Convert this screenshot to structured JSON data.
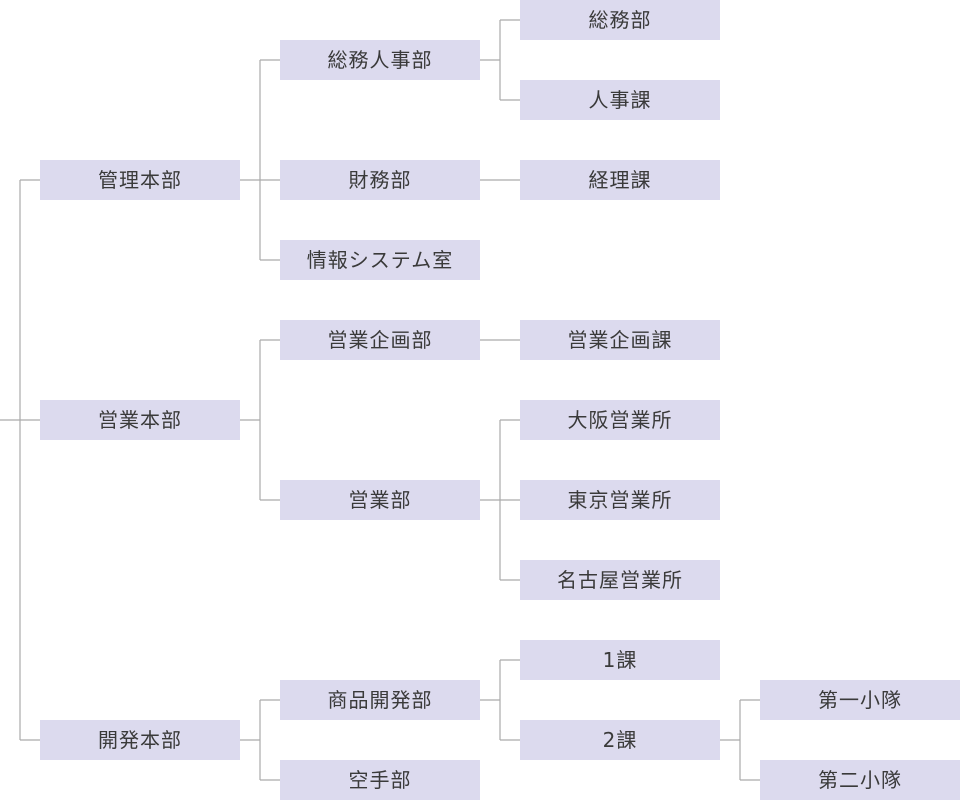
{
  "org_chart": {
    "colors": {
      "box": "#dcdaee",
      "line": "#aaaaaa",
      "text": "#3a3a3a"
    },
    "headquarters": [
      {
        "label": "管理本部",
        "departments": [
          {
            "label": "総務人事部",
            "sections": [
              {
                "label": "総務部"
              },
              {
                "label": "人事課"
              }
            ]
          },
          {
            "label": "財務部",
            "sections": [
              {
                "label": "経理課"
              }
            ]
          },
          {
            "label": "情報システム室",
            "sections": []
          }
        ]
      },
      {
        "label": "営業本部",
        "departments": [
          {
            "label": "営業企画部",
            "sections": [
              {
                "label": "営業企画課"
              }
            ]
          },
          {
            "label": "営業部",
            "sections": [
              {
                "label": "大阪営業所"
              },
              {
                "label": "東京営業所"
              },
              {
                "label": "名古屋営業所"
              }
            ]
          }
        ]
      },
      {
        "label": "開発本部",
        "departments": [
          {
            "label": "商品開発部",
            "sections": [
              {
                "label": "1課"
              },
              {
                "label": "2課",
                "units": [
                  {
                    "label": "第一小隊"
                  },
                  {
                    "label": "第二小隊"
                  }
                ]
              }
            ]
          },
          {
            "label": "空手部",
            "sections": []
          }
        ]
      }
    ]
  }
}
